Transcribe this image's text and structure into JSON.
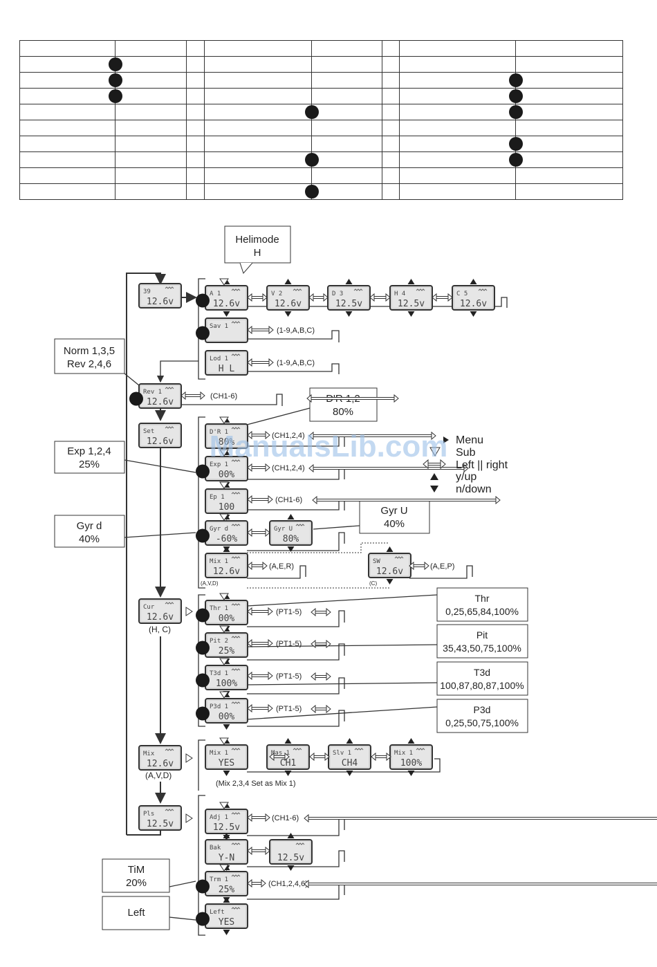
{
  "watermark": "ManualsLib.com",
  "callouts": {
    "helimode": [
      "Helimode",
      "H"
    ],
    "norm_rev": [
      "Norm 1,3,5",
      "Rev 2,4,6"
    ],
    "dr": [
      "D'R 1,2",
      "80%"
    ],
    "exp": [
      "Exp 1,2,4",
      "25%"
    ],
    "gyrd": [
      "Gyr d",
      "40%"
    ],
    "gyru": [
      "Gyr U",
      "40%"
    ],
    "thr": [
      "Thr",
      "0,25,65,84,100%"
    ],
    "pit": [
      "Pit",
      "35,43,50,75,100%"
    ],
    "t3d": [
      "T3d",
      "100,87,80,87,100%"
    ],
    "p3d": [
      "P3d",
      "0,25,50,75,100%"
    ],
    "tim": [
      "TiM",
      "20%"
    ],
    "left": [
      "Left"
    ]
  },
  "legend": [
    {
      "icon": "right-triangle-icon",
      "label": "Menu"
    },
    {
      "icon": "down-hollow-triangle-icon",
      "label": "Sub"
    },
    {
      "icon": "left-right-arrow-icon",
      "label": "Left || right"
    },
    {
      "icon": "up-triangle-icon",
      "label": "y/up"
    },
    {
      "icon": "down-triangle-icon",
      "label": "n/down"
    }
  ],
  "screens": {
    "main": [
      "39",
      "12.6v"
    ],
    "model_a": [
      "A 1",
      "12.6v"
    ],
    "model_v": [
      "V 2",
      "12.6v"
    ],
    "model_d": [
      "D 3",
      "12.5v"
    ],
    "model_h": [
      "H 4",
      "12.5v"
    ],
    "model_c": [
      "C 5",
      "12.6v"
    ],
    "sav": [
      "Sav 1",
      ""
    ],
    "lod": [
      "Lod 1",
      "H L"
    ],
    "rev": [
      "Rev 1",
      "12.6v"
    ],
    "set": [
      "Set",
      "12.6v"
    ],
    "dr": [
      "D'R 1",
      "80%"
    ],
    "exp": [
      "Exp 1",
      "00%"
    ],
    "epa": [
      "Ep 1",
      "100"
    ],
    "gyrd": [
      "Gyr d",
      "-60%"
    ],
    "gyru": [
      "Gyr U",
      "80%"
    ],
    "mix": [
      "Mix 1",
      "12.6v"
    ],
    "sw": [
      "SW",
      "12.6v"
    ],
    "cur": [
      "Cur",
      "12.6v"
    ],
    "thr": [
      "Thr 1",
      "00%"
    ],
    "pit": [
      "Pit 2",
      "25%"
    ],
    "t3d": [
      "T3d 1",
      "100%"
    ],
    "p3d": [
      "P3d 1",
      "00%"
    ],
    "mixmenu": [
      "Mix",
      "12.6v"
    ],
    "mix1": [
      "Mix 1",
      "YES"
    ],
    "mas": [
      "Mas 1",
      "CH1"
    ],
    "slv": [
      "Slv 1",
      "CH4"
    ],
    "mixrate": [
      "Mix 1",
      "100%"
    ],
    "pls": [
      "Pls",
      "12.5v"
    ],
    "adj": [
      "Adj 1",
      "12.5v"
    ],
    "bak": [
      "Bak",
      "Y-N"
    ],
    "bakv": [
      "",
      "12.5v"
    ],
    "trim": [
      "Trm 1",
      "25%"
    ],
    "leftscr": [
      "Left",
      "YES"
    ]
  },
  "labels": {
    "range_models": "(1-9,A,B,C)",
    "range_models2": "(1-9,A,B,C)",
    "ch16": "(CH1-6)",
    "ch124a": "(CH1,2,4)",
    "ch124b": "(CH1,2,4)",
    "ch16b": "(CH1-6)",
    "aer": "(A,E,R)",
    "avd": "(A,V,D)",
    "c": "(C)",
    "aep": "(A,E,P)",
    "pt1": "(PT1-5)",
    "pt2": "(PT1-5)",
    "pt3": "(PT1-5)",
    "pt4": "(PT1-5)",
    "hc": "(H, C)",
    "avd2": "(A,V,D)",
    "mixnote": "(Mix 2,3,4 Set as Mix 1)",
    "ch16c": "(CH1-6)",
    "ch1246": "(CH1,2,4,6)"
  },
  "table": {
    "dots_rows": [
      [
        true,
        false,
        false,
        false,
        false,
        false
      ],
      [
        true,
        false,
        false,
        false,
        true,
        false
      ],
      [
        true,
        false,
        false,
        false,
        true,
        false
      ],
      [
        false,
        false,
        true,
        false,
        true,
        false
      ],
      [
        false,
        false,
        false,
        false,
        false,
        false
      ],
      [
        false,
        false,
        false,
        false,
        true,
        false
      ],
      [
        false,
        false,
        true,
        false,
        true,
        false
      ],
      [
        false,
        false,
        false,
        false,
        false,
        false
      ],
      [
        false,
        false,
        true,
        false,
        false,
        false
      ]
    ]
  }
}
